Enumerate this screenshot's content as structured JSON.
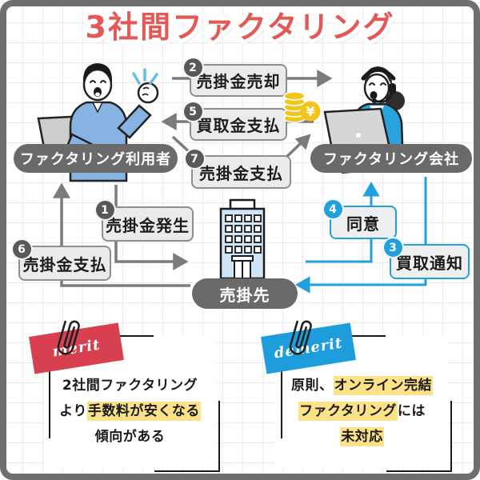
{
  "title": "3社間ファクタリング",
  "actors": {
    "user": "ファクタリング利用者",
    "company": "ファクタリング会社",
    "customer": "売掛先"
  },
  "steps": [
    {
      "num": "1",
      "label": "売掛金発生",
      "from": "user",
      "to": "customer"
    },
    {
      "num": "2",
      "label": "売掛金売却",
      "from": "user",
      "to": "company"
    },
    {
      "num": "3",
      "label": "買取通知",
      "from": "company",
      "to": "customer"
    },
    {
      "num": "4",
      "label": "同意",
      "from": "customer",
      "to": "company"
    },
    {
      "num": "5",
      "label": "買取金支払",
      "from": "company",
      "to": "user"
    },
    {
      "num": "6",
      "label": "売掛金支払",
      "from": "customer",
      "to": "user"
    },
    {
      "num": "7",
      "label": "売掛金支払",
      "from": "user",
      "to": "company"
    }
  ],
  "money_icon": {
    "name": "yen-coins-icon",
    "symbol": "¥"
  },
  "notes": {
    "merit": {
      "tag": "merit",
      "lines": [
        [
          {
            "t": "2社間ファクタリング",
            "hl": false
          }
        ],
        [
          {
            "t": "より",
            "hl": false
          },
          {
            "t": "手数料が安くなる",
            "hl": true
          }
        ],
        [
          {
            "t": "傾向がある",
            "hl": false
          }
        ]
      ]
    },
    "demerit": {
      "tag": "demerit",
      "lines": [
        [
          {
            "t": "原則、",
            "hl": false
          },
          {
            "t": "オンライン完結",
            "hl": true
          }
        ],
        [
          {
            "t": "ファクタリング",
            "hl": true
          },
          {
            "t": "には",
            "hl": false
          }
        ],
        [
          {
            "t": "未対応",
            "hl": true
          }
        ]
      ]
    }
  },
  "colors": {
    "title_red": "#e45855",
    "flow_gray": "#7b7b7b",
    "flow_blue": "#21a0e0",
    "pill_gray": "#6a6a6a",
    "highlight_yellow": "#fbe289",
    "merit_label_red": "#d8404f",
    "demerit_label_blue": "#1e9ddd",
    "coin_yellow": "#f2c51d"
  }
}
